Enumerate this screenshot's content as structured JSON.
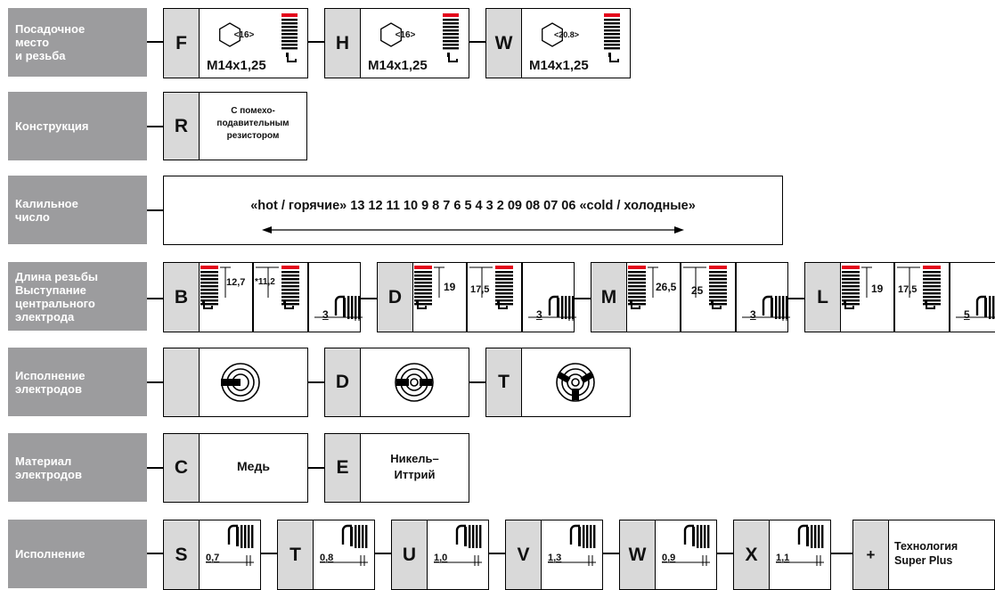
{
  "labels": {
    "seat": "Посадочное\nместо\nи резьба",
    "design": "Конструкция",
    "heat": "Калильное\nчисло",
    "thread": "Длина резьбы\nВыступание\nцентрального\nэлектрода",
    "electrodes": "Исполнение\nэлектродов",
    "material": "Материал\nэлектродов",
    "execution": "Исполнение"
  },
  "seat": [
    {
      "code": "F",
      "hex": "<16>",
      "thread": "M14x1,25"
    },
    {
      "code": "H",
      "hex": "<16>",
      "thread": "M14x1,25"
    },
    {
      "code": "W",
      "hex": "<20.8>",
      "thread": "M14x1,25"
    }
  ],
  "design": {
    "code": "R",
    "text": "С помехо-\nподавительным\nрезистором"
  },
  "heat": {
    "text": "«hot / горячие» 13 12 11 10 9 8 7 6 5 4 3 2 09 08 07 06 «cold / холодные»"
  },
  "thread": [
    {
      "code": "B",
      "len1": "12,7",
      "len2": "*11,2",
      "proj": "3"
    },
    {
      "code": "D",
      "len1": "19",
      "len2": "17,5",
      "proj": "3"
    },
    {
      "code": "M",
      "len1": "26,5",
      "len2": "25",
      "proj": "3"
    },
    {
      "code": "L",
      "len1": "19",
      "len2": "17,5",
      "proj": "5"
    }
  ],
  "electrodes": [
    {
      "code": "",
      "icon": "single-ground-electrode-icon"
    },
    {
      "code": "D",
      "icon": "double-ground-electrode-icon"
    },
    {
      "code": "T",
      "icon": "triple-ground-electrode-icon"
    }
  ],
  "material": [
    {
      "code": "C",
      "text": "Медь"
    },
    {
      "code": "E",
      "text": "Никель–\nИттрий"
    }
  ],
  "execution": [
    {
      "code": "S",
      "gap": "0,7"
    },
    {
      "code": "T",
      "gap": "0,8"
    },
    {
      "code": "U",
      "gap": "1,0"
    },
    {
      "code": "V",
      "gap": "1,3"
    },
    {
      "code": "W",
      "gap": "0,9"
    },
    {
      "code": "X",
      "gap": "1,1"
    }
  ],
  "plus": {
    "code": "+",
    "text": "Технология\nSuper Plus"
  },
  "colors": {
    "label_bg": "#9c9c9e",
    "code_bg": "#d9d9d9",
    "accent": "#e3051b"
  }
}
